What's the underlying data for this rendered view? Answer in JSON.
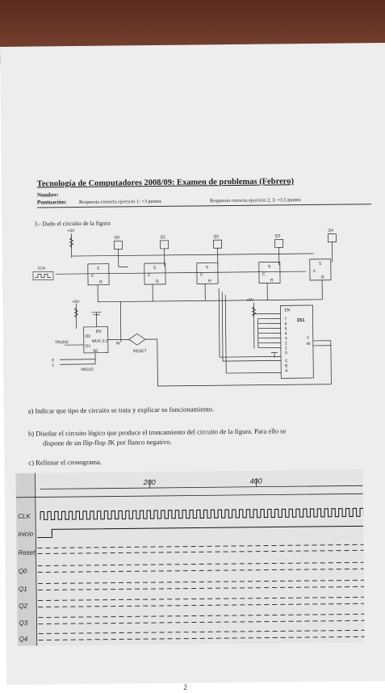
{
  "header": {
    "title": "Tecnología  de  Computadores   2008/09:  Examen   de  problemas   (Febrero)",
    "nombre_label": "Nombre:",
    "puntuacion_label": "Puntuación:",
    "ej1": "Respuesta correcta ejercicio 1:  +3 puntos",
    "ej23": "Respuesta correcta ejercicio 2, 3: +3.5 puntos"
  },
  "exercise": {
    "intro": "3.- Dado el circuito de la figura",
    "a": "a)   Indicar que tipo de circuito se trata y explicar su funcionamiento.",
    "b1": "b)   Diseñar el circuito lógico que produce el truncamiento del circuito de la figura. Para ello se",
    "b2": "dispone de un flip-flop JK por flanco negativo.",
    "c": "c)   Rellenar el cronograma."
  },
  "circuit": {
    "vcc": "+5V",
    "clk": "CLK",
    "outputs": [
      "Q0",
      "Q1",
      "Q2",
      "Q3",
      "Q4"
    ],
    "ff_pins": [
      "S",
      "C",
      "R"
    ],
    "mux_labels": [
      "EN",
      "D0",
      "D1",
      "MUX 2:1",
      "S0",
      "W"
    ],
    "trunc": "TRUNC",
    "reset": "RESET",
    "inicio": "INICIO",
    "logic": [
      "0",
      "1"
    ],
    "chip": "151",
    "chip_en": "EN",
    "chip_inputs": [
      "7",
      "6",
      "5",
      "4",
      "3",
      "2",
      "1",
      "0"
    ],
    "chip_sel": [
      "C",
      "B",
      "A"
    ],
    "chip_out": [
      "Y",
      "W"
    ]
  },
  "timing": {
    "signals": [
      "CLK",
      "Inicio",
      "Reset",
      "Q0",
      "Q1",
      "Q2",
      "Q3",
      "Q4"
    ],
    "ticks": [
      "200",
      "400"
    ]
  },
  "page_number": "2"
}
